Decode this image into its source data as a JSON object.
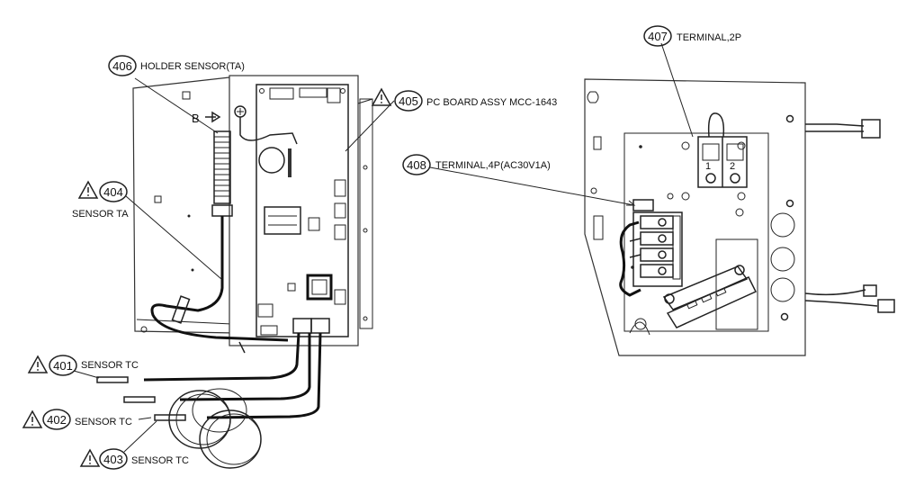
{
  "callouts": [
    {
      "id": "c406",
      "number": "406",
      "label": "HOLDER SENSOR(TA)",
      "warning": false
    },
    {
      "id": "c405",
      "number": "405",
      "label": "PC BOARD ASSY MCC-1643",
      "warning": true
    },
    {
      "id": "c404",
      "number": "404",
      "label": "SENSOR TA",
      "warning": true
    },
    {
      "id": "c401",
      "number": "401",
      "label": "SENSOR TC",
      "warning": true
    },
    {
      "id": "c402",
      "number": "402",
      "label": "SENSOR TC",
      "warning": true
    },
    {
      "id": "c403",
      "number": "403",
      "label": "SENSOR TC",
      "warning": true
    },
    {
      "id": "c407",
      "number": "407",
      "label": "TERMINAL,2P",
      "warning": false
    },
    {
      "id": "c408",
      "number": "408",
      "label": "TERMINAL,4P(AC30V1A)",
      "warning": false
    }
  ],
  "view_marker": "B",
  "terminal_numbers": [
    "1",
    "2"
  ]
}
